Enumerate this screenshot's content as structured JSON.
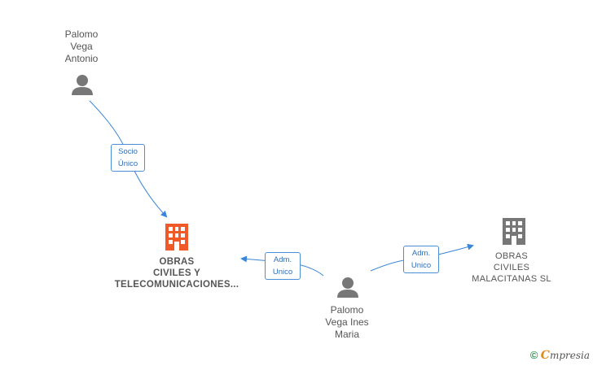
{
  "nodes": {
    "person_antonio": {
      "lines": [
        "Palomo",
        "Vega",
        "Antonio"
      ]
    },
    "person_ines": {
      "lines": [
        "Palomo",
        "Vega Ines",
        "Maria"
      ]
    },
    "company_telecom": {
      "lines": [
        "OBRAS",
        "CIVILES Y",
        "TELECOMUNICACIONES..."
      ],
      "color": "#f05a28"
    },
    "company_malacitanas": {
      "lines": [
        "OBRAS",
        "CIVILES",
        "MALACITANAS SL"
      ],
      "color": "#777777"
    }
  },
  "edges": {
    "socio_unico": {
      "lines": [
        "Socio",
        "Único"
      ]
    },
    "adm_unico_left": {
      "lines": [
        "Adm.",
        "Unico"
      ]
    },
    "adm_unico_right": {
      "lines": [
        "Adm.",
        "Unico"
      ]
    }
  },
  "colors": {
    "edge": "#3a86d8",
    "person_icon": "#777777"
  },
  "watermark": {
    "copyright": "©",
    "brand_first": "C",
    "brand_rest": "mpresia"
  }
}
